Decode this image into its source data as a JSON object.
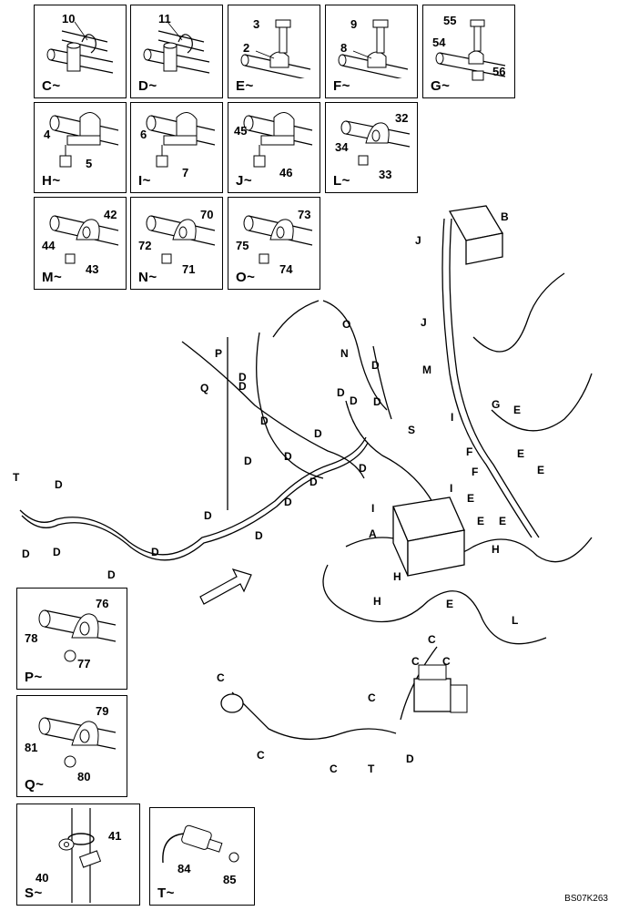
{
  "drawing_code": "BS07K263",
  "detail_boxes": [
    {
      "id": "C",
      "label": "C~",
      "callouts": [
        "10"
      ]
    },
    {
      "id": "D",
      "label": "D~",
      "callouts": [
        "11"
      ]
    },
    {
      "id": "E",
      "label": "E~",
      "callouts": [
        "3",
        "2"
      ]
    },
    {
      "id": "F",
      "label": "F~",
      "callouts": [
        "9",
        "8"
      ]
    },
    {
      "id": "G",
      "label": "G~",
      "callouts": [
        "55",
        "54",
        "56"
      ]
    },
    {
      "id": "H",
      "label": "H~",
      "callouts": [
        "4",
        "5"
      ]
    },
    {
      "id": "I",
      "label": "I~",
      "callouts": [
        "6",
        "7"
      ]
    },
    {
      "id": "J",
      "label": "J~",
      "callouts": [
        "45",
        "46"
      ]
    },
    {
      "id": "L",
      "label": "L~",
      "callouts": [
        "32",
        "34",
        "33"
      ]
    },
    {
      "id": "M",
      "label": "M~",
      "callouts": [
        "42",
        "44",
        "43"
      ]
    },
    {
      "id": "N",
      "label": "N~",
      "callouts": [
        "70",
        "72",
        "71"
      ]
    },
    {
      "id": "O",
      "label": "O~",
      "callouts": [
        "73",
        "75",
        "74"
      ]
    },
    {
      "id": "P",
      "label": "P~",
      "callouts": [
        "76",
        "78",
        "77"
      ]
    },
    {
      "id": "Q",
      "label": "Q~",
      "callouts": [
        "79",
        "81",
        "80"
      ]
    },
    {
      "id": "S",
      "label": "S~",
      "callouts": [
        "41",
        "40"
      ]
    },
    {
      "id": "T",
      "label": "T~",
      "callouts": [
        "84",
        "85"
      ]
    }
  ],
  "assembly_letters": [
    "B",
    "J",
    "J",
    "O",
    "N",
    "P",
    "Q",
    "D",
    "D",
    "D",
    "D",
    "D",
    "D",
    "D",
    "D",
    "D",
    "D",
    "D",
    "D",
    "D",
    "D",
    "D",
    "D",
    "D",
    "D",
    "D",
    "M",
    "I",
    "G",
    "E",
    "S",
    "E",
    "F",
    "F",
    "E",
    "E",
    "I",
    "I",
    "E",
    "E",
    "A",
    "H",
    "H",
    "E",
    "H",
    "L",
    "C",
    "C",
    "C",
    "C",
    "C",
    "C",
    "C",
    "T",
    "T",
    "D",
    "D"
  ]
}
